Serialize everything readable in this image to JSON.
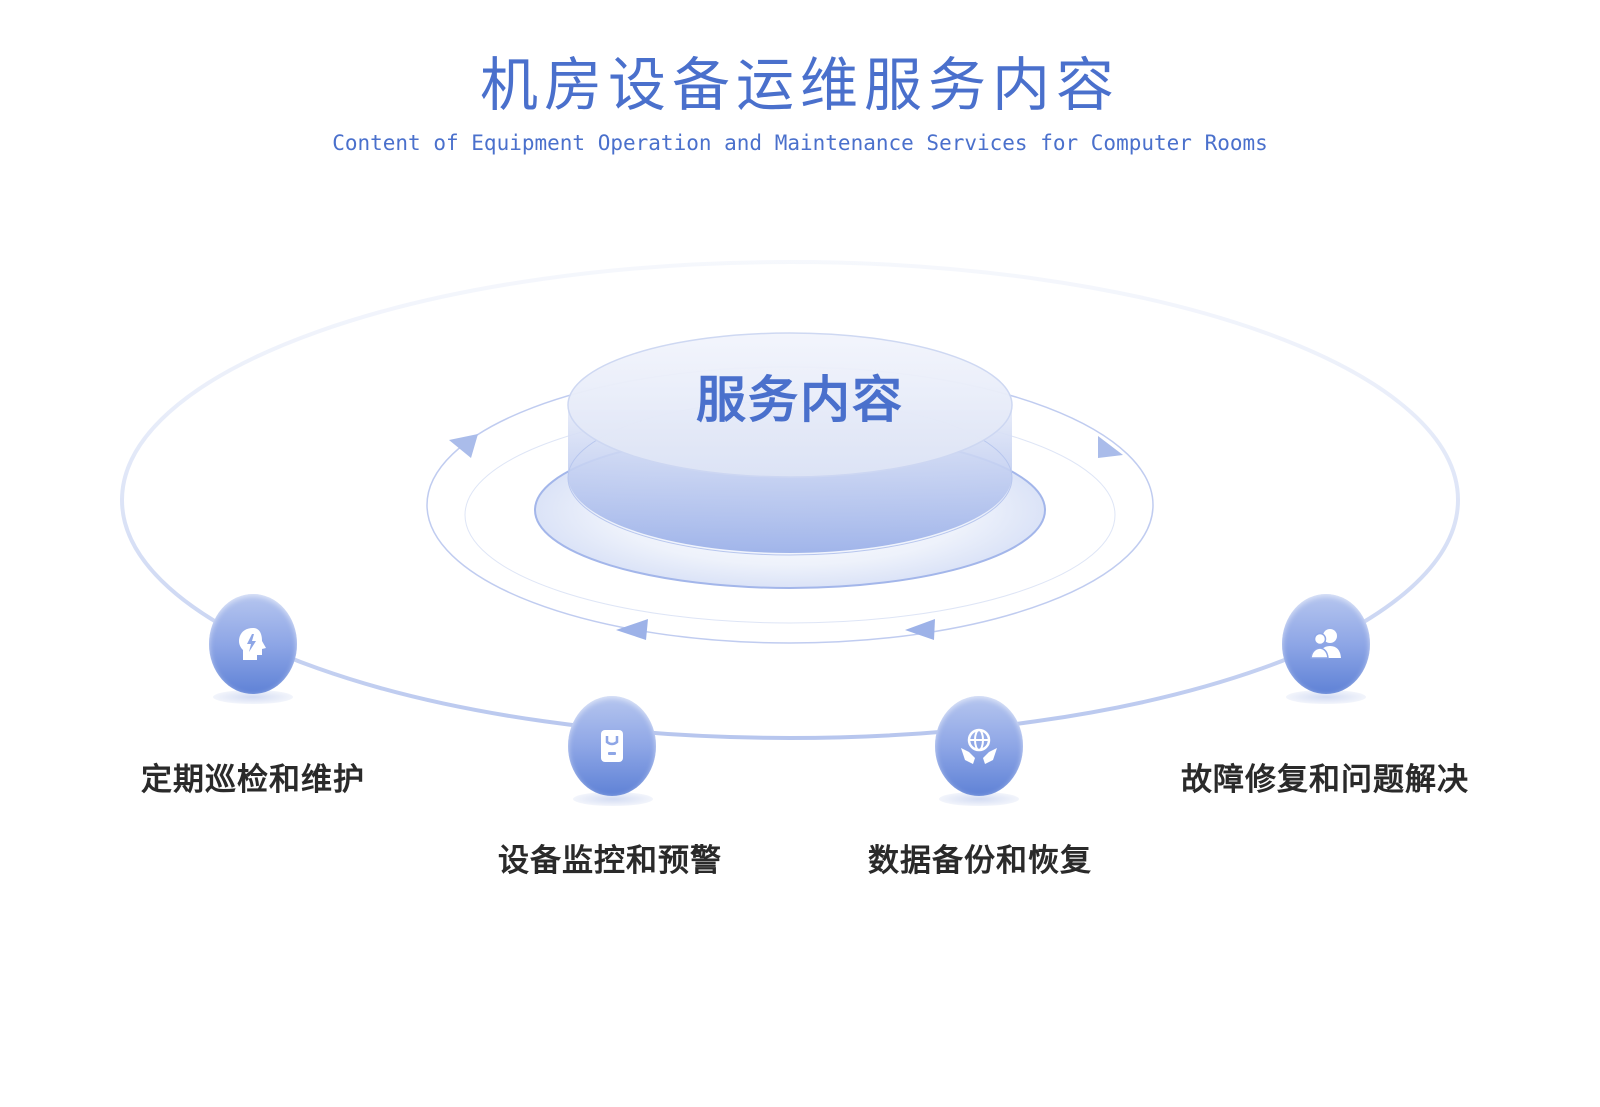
{
  "header": {
    "title": "机房设备运维服务内容",
    "subtitle": "Content of Equipment Operation and Maintenance Services for Computer Rooms"
  },
  "center": {
    "label": "服务内容"
  },
  "nodes": [
    {
      "label": "定期巡检和维护",
      "icon": "head-lightning-icon"
    },
    {
      "label": "设备监控和预警",
      "icon": "monitor-device-icon"
    },
    {
      "label": "数据备份和恢复",
      "icon": "globe-hands-icon"
    },
    {
      "label": "故障修复和问题解决",
      "icon": "users-icon"
    }
  ],
  "colors": {
    "accent": "#4a70cc",
    "node_gradient_top": "#b6c6ef",
    "node_gradient_bottom": "#5f82d6",
    "label_text": "#2a2a2a"
  }
}
